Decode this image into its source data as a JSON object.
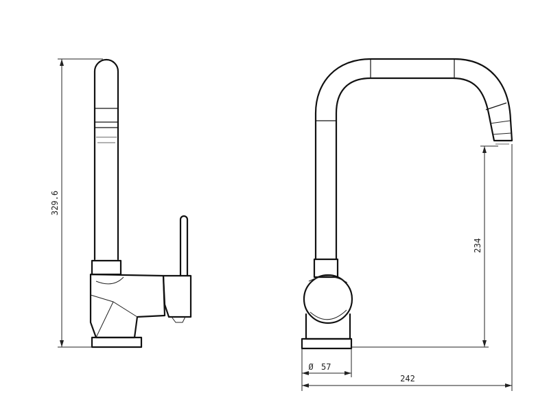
{
  "dimensions": {
    "total_height": "329.6",
    "spout_height": "234",
    "base_diameter": "57",
    "base_diameter_symbol": "Ø",
    "reach": "242"
  }
}
